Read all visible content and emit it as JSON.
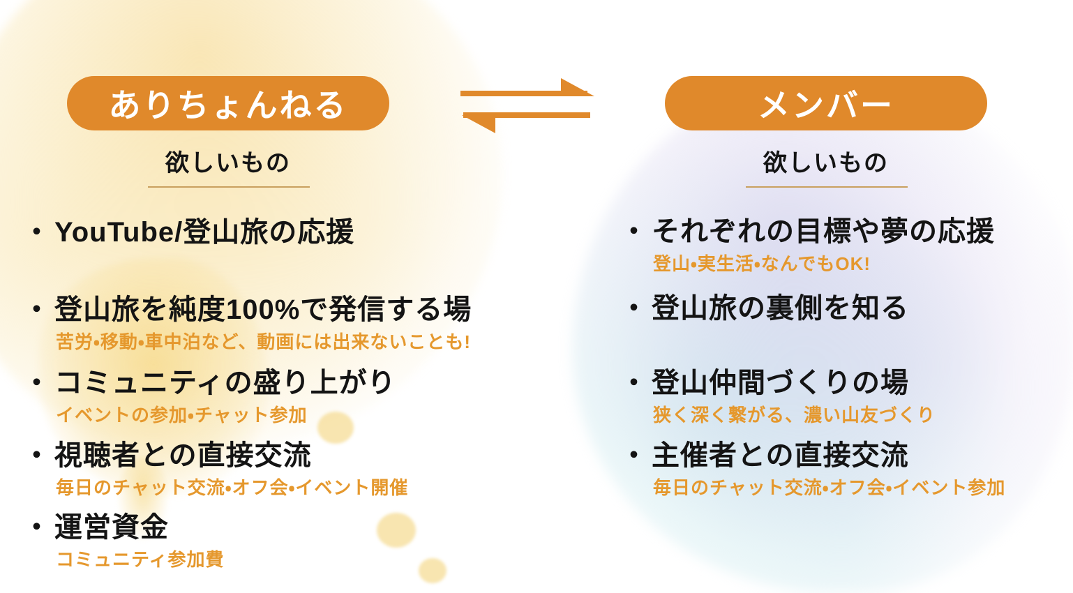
{
  "left": {
    "title": "ありちょんねる",
    "subtitle": "欲しいもの",
    "items": [
      {
        "label": "YouTube/登山旅の応援"
      },
      {
        "label": "登山旅を純度100%で発信する場",
        "note": "苦労・移動・車中泊など、動画には出来ないことも!"
      },
      {
        "label": "コミュニティの盛り上がり",
        "note": "イベントの参加・チャット参加"
      },
      {
        "label": "視聴者との直接交流",
        "note": "毎日のチャット交流・オフ会・イベント開催"
      },
      {
        "label": "運営資金",
        "note": "コミュニティ参加費"
      }
    ]
  },
  "right": {
    "title": "メンバー",
    "subtitle": "欲しいもの",
    "items": [
      {
        "label": "それぞれの目標や夢の応援",
        "note": "登山・実生活・なんでもOK!"
      },
      {
        "label": "登山旅の裏側を知る"
      },
      {
        "label": "登山仲間づくりの場",
        "note": "狭く深く繋がる、濃い山友づくり"
      },
      {
        "label": "主催者との直接交流",
        "note": "毎日のチャット交流・オフ会・イベント参加"
      }
    ]
  },
  "bullet": "・",
  "icons": {
    "exchange_arrows": "⇌"
  },
  "colors": {
    "accent": "#E0892B",
    "note": "#E5982D",
    "underline": "#C9A05F",
    "text": "#141414"
  }
}
